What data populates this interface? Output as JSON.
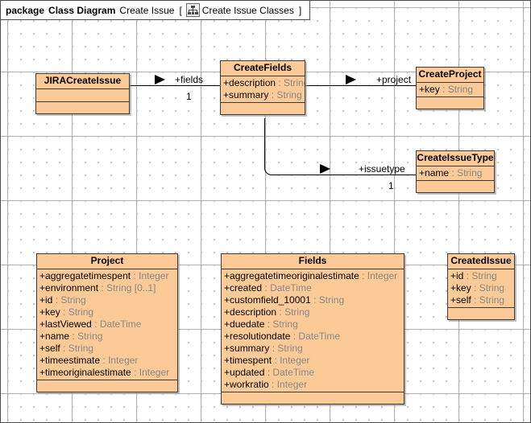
{
  "package": {
    "keyword": "package",
    "stereotype": "Class Diagram",
    "name": "Create Issue",
    "bracket_open": "[",
    "bracket_close": "]",
    "diagram_name": "Create Issue Classes",
    "icon": "class-diagram-tree-icon"
  },
  "theme": {
    "class_fill": "#FCCA97",
    "class_border": "#3A3A3A",
    "canvas_bg": "#FFFFFF",
    "grid_dot": "#B9B9B9",
    "attr_name_color": "#000000",
    "attr_type_color": "#888888",
    "edge_color": "#000000"
  },
  "classes": [
    {
      "id": "jiracreateissue",
      "name": "JIRACreateIssue",
      "attributes": [],
      "operations": []
    },
    {
      "id": "createfields",
      "name": "CreateFields",
      "attributes": [
        {
          "vis": "+",
          "name": "description",
          "sep": " : ",
          "type": "String"
        },
        {
          "vis": "+",
          "name": "summary",
          "sep": " : ",
          "type": "String"
        }
      ],
      "operations": []
    },
    {
      "id": "createproject",
      "name": "CreateProject",
      "attributes": [
        {
          "vis": "+",
          "name": "key",
          "sep": " : ",
          "type": "String"
        }
      ],
      "operations": []
    },
    {
      "id": "createissuetype",
      "name": "CreateIssueType",
      "attributes": [
        {
          "vis": "+",
          "name": "name",
          "sep": " : ",
          "type": "String"
        }
      ],
      "operations": []
    },
    {
      "id": "project",
      "name": "Project",
      "attributes": [
        {
          "vis": "+",
          "name": "aggregatetimespent",
          "sep": " : ",
          "type": "Integer"
        },
        {
          "vis": "+",
          "name": "environment",
          "sep": " : ",
          "type": "String [0..1]"
        },
        {
          "vis": "+",
          "name": "id",
          "sep": " : ",
          "type": "String"
        },
        {
          "vis": "+",
          "name": "key",
          "sep": " : ",
          "type": "String"
        },
        {
          "vis": "+",
          "name": "lastViewed",
          "sep": " : ",
          "type": "DateTime"
        },
        {
          "vis": "+",
          "name": "name",
          "sep": " : ",
          "type": "String"
        },
        {
          "vis": "+",
          "name": "self",
          "sep": " : ",
          "type": "String"
        },
        {
          "vis": "+",
          "name": "timeestimate",
          "sep": " : ",
          "type": "Integer"
        },
        {
          "vis": "+",
          "name": "timeoriginalestimate",
          "sep": " : ",
          "type": "Integer"
        }
      ],
      "operations": []
    },
    {
      "id": "fields",
      "name": "Fields",
      "attributes": [
        {
          "vis": "+",
          "name": "aggregatetimeoriginalestimate",
          "sep": " : ",
          "type": "Integer"
        },
        {
          "vis": "+",
          "name": "created",
          "sep": " : ",
          "type": "DateTime"
        },
        {
          "vis": "+",
          "name": "customfield_10001",
          "sep": " : ",
          "type": "String"
        },
        {
          "vis": "+",
          "name": "description",
          "sep": " : ",
          "type": "String"
        },
        {
          "vis": "+",
          "name": "duedate",
          "sep": " : ",
          "type": "String"
        },
        {
          "vis": "+",
          "name": "resolutiondate",
          "sep": " : ",
          "type": "DateTime"
        },
        {
          "vis": "+",
          "name": "summary",
          "sep": " : ",
          "type": "String"
        },
        {
          "vis": "+",
          "name": "timespent",
          "sep": " : ",
          "type": "Integer"
        },
        {
          "vis": "+",
          "name": "updated",
          "sep": " : ",
          "type": "DateTime"
        },
        {
          "vis": "+",
          "name": "workratio",
          "sep": " : ",
          "type": "Integer"
        }
      ],
      "operations": []
    },
    {
      "id": "createdissue",
      "name": "CreatedIssue",
      "attributes": [
        {
          "vis": "+",
          "name": "id",
          "sep": " : ",
          "type": "String"
        },
        {
          "vis": "+",
          "name": "key",
          "sep": " : ",
          "type": "String"
        },
        {
          "vis": "+",
          "name": "self",
          "sep": " : ",
          "type": "String"
        }
      ],
      "operations": []
    }
  ],
  "associations": [
    {
      "id": "assoc-fields",
      "source": "JIRACreateIssue",
      "target": "CreateFields",
      "role": "+fields",
      "multiplicity": "1"
    },
    {
      "id": "assoc-project",
      "source": "CreateFields",
      "target": "CreateProject",
      "role": "+project",
      "multiplicity": ""
    },
    {
      "id": "assoc-issuetype",
      "source": "CreateFields",
      "target": "CreateIssueType",
      "role": "+issuetype",
      "multiplicity": "1"
    }
  ]
}
